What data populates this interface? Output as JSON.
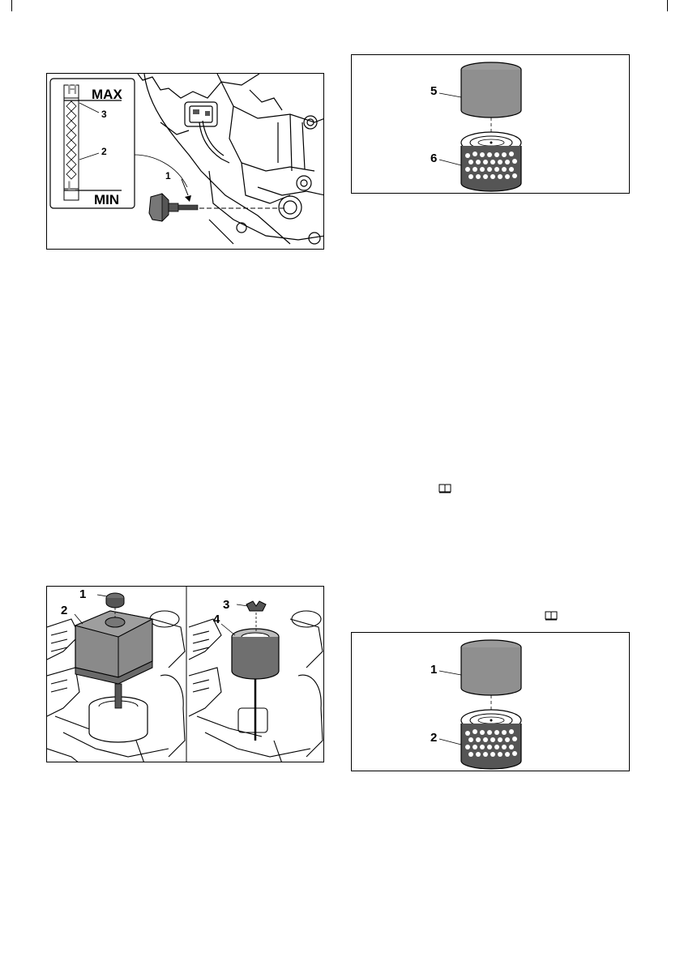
{
  "fig_oil_gauge": {
    "max_label": "MAX",
    "min_label": "MIN",
    "h_letter": "H",
    "l_letter": "L",
    "callouts": [
      "1",
      "2",
      "3"
    ]
  },
  "fig_filter_top_right": {
    "callouts": [
      "5",
      "6"
    ]
  },
  "fig_air_cover": {
    "callouts": [
      "1",
      "2",
      "3",
      "4"
    ]
  },
  "fig_filter_bottom_right": {
    "callouts": [
      "1",
      "2"
    ]
  },
  "icons": [
    "book-icon",
    "book-icon"
  ]
}
